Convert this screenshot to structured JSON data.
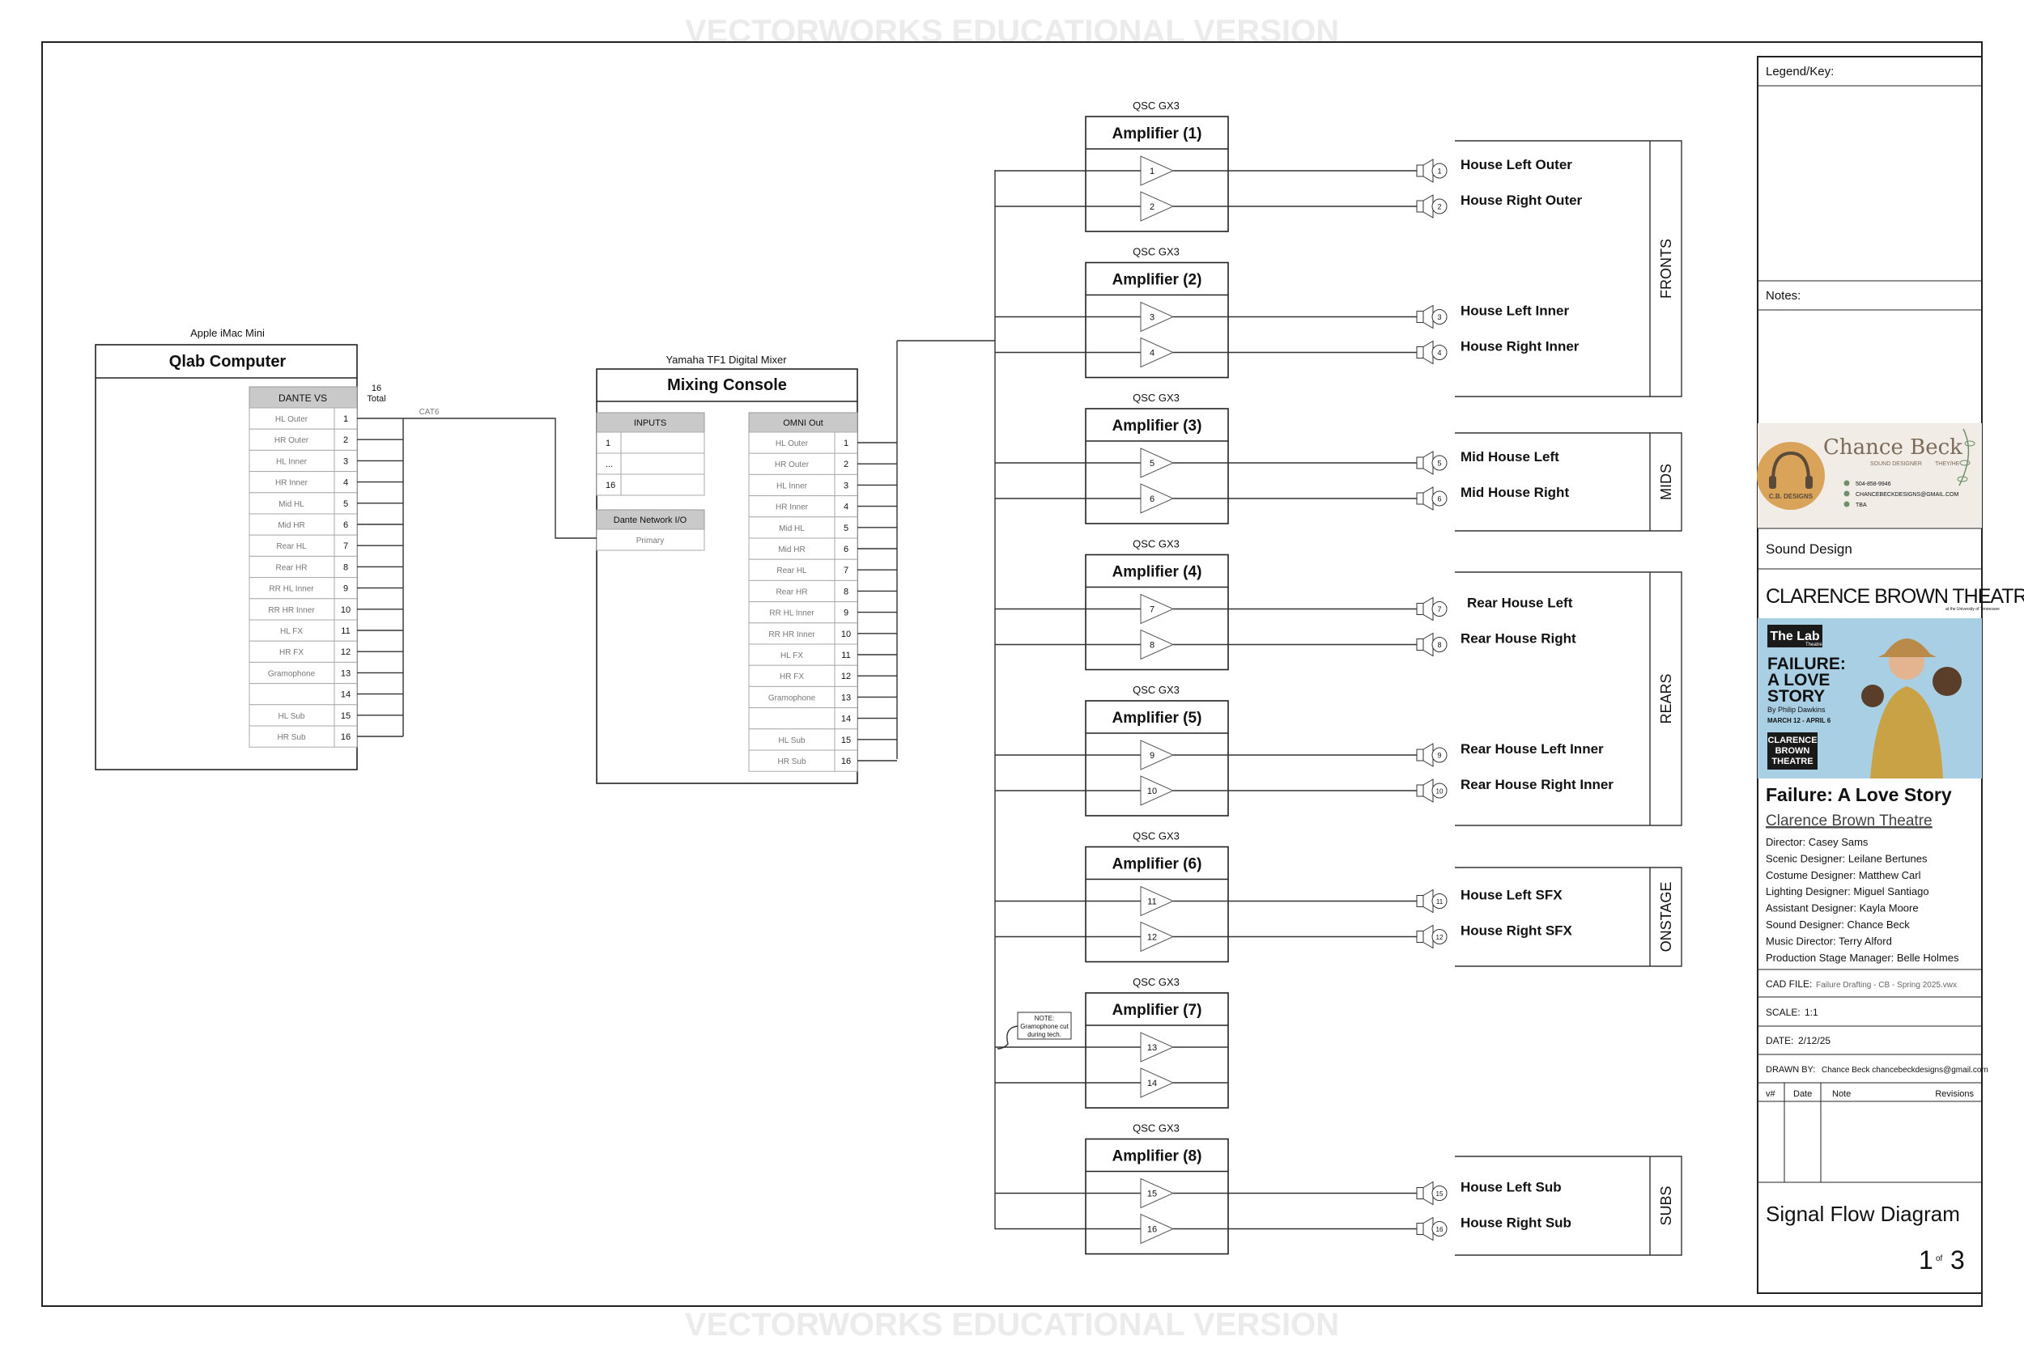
{
  "watermark": "VECTORWORKS EDUCATIONAL VERSION",
  "qlab": {
    "device": "Apple iMac Mini",
    "title": "Qlab Computer",
    "table_header": "DANTE VS",
    "total_label": [
      "16",
      "Total"
    ],
    "channels": [
      "HL Outer",
      "HR Outer",
      "HL Inner",
      "HR Inner",
      "Mid HL",
      "Mid HR",
      "Rear HL",
      "Rear HR",
      "RR HL Inner",
      "RR HR Inner",
      "HL FX",
      "HR FX",
      "Gramophone",
      "",
      "HL Sub",
      "HR Sub"
    ],
    "cable_label": "CAT6"
  },
  "mixer": {
    "device": "Yamaha TF1 Digital Mixer",
    "title": "Mixing Console",
    "inputs_header": "INPUTS",
    "inputs_rows": [
      "1",
      "...",
      "16"
    ],
    "dante_header": "Dante Network I/O",
    "dante_row": "Primary",
    "omni_header": "OMNI Out",
    "omni_channels": [
      "HL Outer",
      "HR Outer",
      "HL Inner",
      "HR Inner",
      "Mid HL",
      "Mid HR",
      "Rear HL",
      "Rear HR",
      "RR HL Inner",
      "RR HR Inner",
      "HL FX",
      "HR FX",
      "Gramophone",
      "",
      "HL Sub",
      "HR Sub"
    ]
  },
  "amplifiers": [
    {
      "model": "QSC GX3",
      "title": "Amplifier (1)",
      "channels": [
        "1",
        "2"
      ]
    },
    {
      "model": "QSC GX3",
      "title": "Amplifier (2)",
      "channels": [
        "3",
        "4"
      ]
    },
    {
      "model": "QSC GX3",
      "title": "Amplifier (3)",
      "channels": [
        "5",
        "6"
      ]
    },
    {
      "model": "QSC GX3",
      "title": "Amplifier (4)",
      "channels": [
        "7",
        "8"
      ]
    },
    {
      "model": "QSC GX3",
      "title": "Amplifier (5)",
      "channels": [
        "9",
        "10"
      ]
    },
    {
      "model": "QSC GX3",
      "title": "Amplifier (6)",
      "channels": [
        "11",
        "12"
      ]
    },
    {
      "model": "QSC GX3",
      "title": "Amplifier (7)",
      "channels": [
        "13",
        "14"
      ]
    },
    {
      "model": "QSC GX3",
      "title": "Amplifier (8)",
      "channels": [
        "15",
        "16"
      ]
    }
  ],
  "speakers": [
    {
      "num": "1",
      "name": "House Left Outer"
    },
    {
      "num": "2",
      "name": "House Right Outer"
    },
    {
      "num": "3",
      "name": "House Left Inner"
    },
    {
      "num": "4",
      "name": "House Right Inner"
    },
    {
      "num": "5",
      "name": "Mid House Left"
    },
    {
      "num": "6",
      "name": "Mid House Right"
    },
    {
      "num": "7",
      "name": "Rear House Left"
    },
    {
      "num": "8",
      "name": "Rear House Right"
    },
    {
      "num": "9",
      "name": "Rear House Left Inner"
    },
    {
      "num": "10",
      "name": "Rear House Right Inner"
    },
    {
      "num": "11",
      "name": "House Left SFX"
    },
    {
      "num": "12",
      "name": "House Right SFX"
    },
    {
      "num": "15",
      "name": "House Left Sub"
    },
    {
      "num": "16",
      "name": "House Right Sub"
    }
  ],
  "groups": [
    "FRONTS",
    "MIDS",
    "REARS",
    "ONSTAGE",
    "SUBS"
  ],
  "note": [
    "NOTE:",
    "Gramophone cut",
    "during tech."
  ],
  "title_block": {
    "legend_label": "Legend/Key:",
    "notes_label": "Notes:",
    "logo": {
      "name": "Chance Beck",
      "subtitle": "SOUND DESIGNER",
      "pronouns": "THEY/HE",
      "phone": "504-858-9946",
      "email": "CHANCEBECKDESIGNS@GMAIL.COM",
      "extra": "TBA",
      "badge": "C.B. DESIGNS"
    },
    "discipline": "Sound Design",
    "theatre_logo": "CLARENCE BROWN THEATRE",
    "theatre_logo_sub": "at the University of Tennessee",
    "poster": {
      "venue": "The Lab",
      "venue_sub": "Theatre",
      "title_lines": [
        "FAILURE:",
        "A LOVE",
        "STORY"
      ],
      "author": "By Philip Dawkins",
      "dates": "MARCH 12 - APRIL 6",
      "logo_lines": [
        "CLARENCE",
        "BROWN",
        "THEATRE"
      ]
    },
    "show_title": "Failure: A Love Story",
    "venue": "Clarence Brown Theatre",
    "credits": [
      "Director: Casey Sams",
      "Scenic Designer: Leilane Bertunes",
      "Costume Designer: Matthew Carl",
      "Lighting Designer: Miguel Santiago",
      "Assistant Designer: Kayla Moore",
      "Sound Designer: Chance Beck",
      "Music Director: Terry Alford",
      "Production Stage Manager: Belle Holmes"
    ],
    "cad_label": "CAD FILE:",
    "cad_value": "Failure Drafting - CB - Spring 2025.vwx",
    "scale_label": "SCALE:",
    "scale_value": "1:1",
    "date_label": "DATE:",
    "date_value": "2/12/25",
    "drawn_label": "DRAWN BY:",
    "drawn_value": "Chance Beck chancebeckdesigns@gmail.com",
    "rev_headers": [
      "v#",
      "Date",
      "Note",
      "Revisions"
    ],
    "sheet_title": "Signal Flow Diagram",
    "sheet_num": "1",
    "sheet_of": "of",
    "sheet_total": "3"
  },
  "colors": {
    "header_fill": "#c9c9c9",
    "poster_bg": "#a9cfe4",
    "logo_bg": "#f1ece6",
    "logo_text": "#7b6b5a",
    "leaf": "#6f8f6a",
    "badge": "#d9a35a"
  }
}
